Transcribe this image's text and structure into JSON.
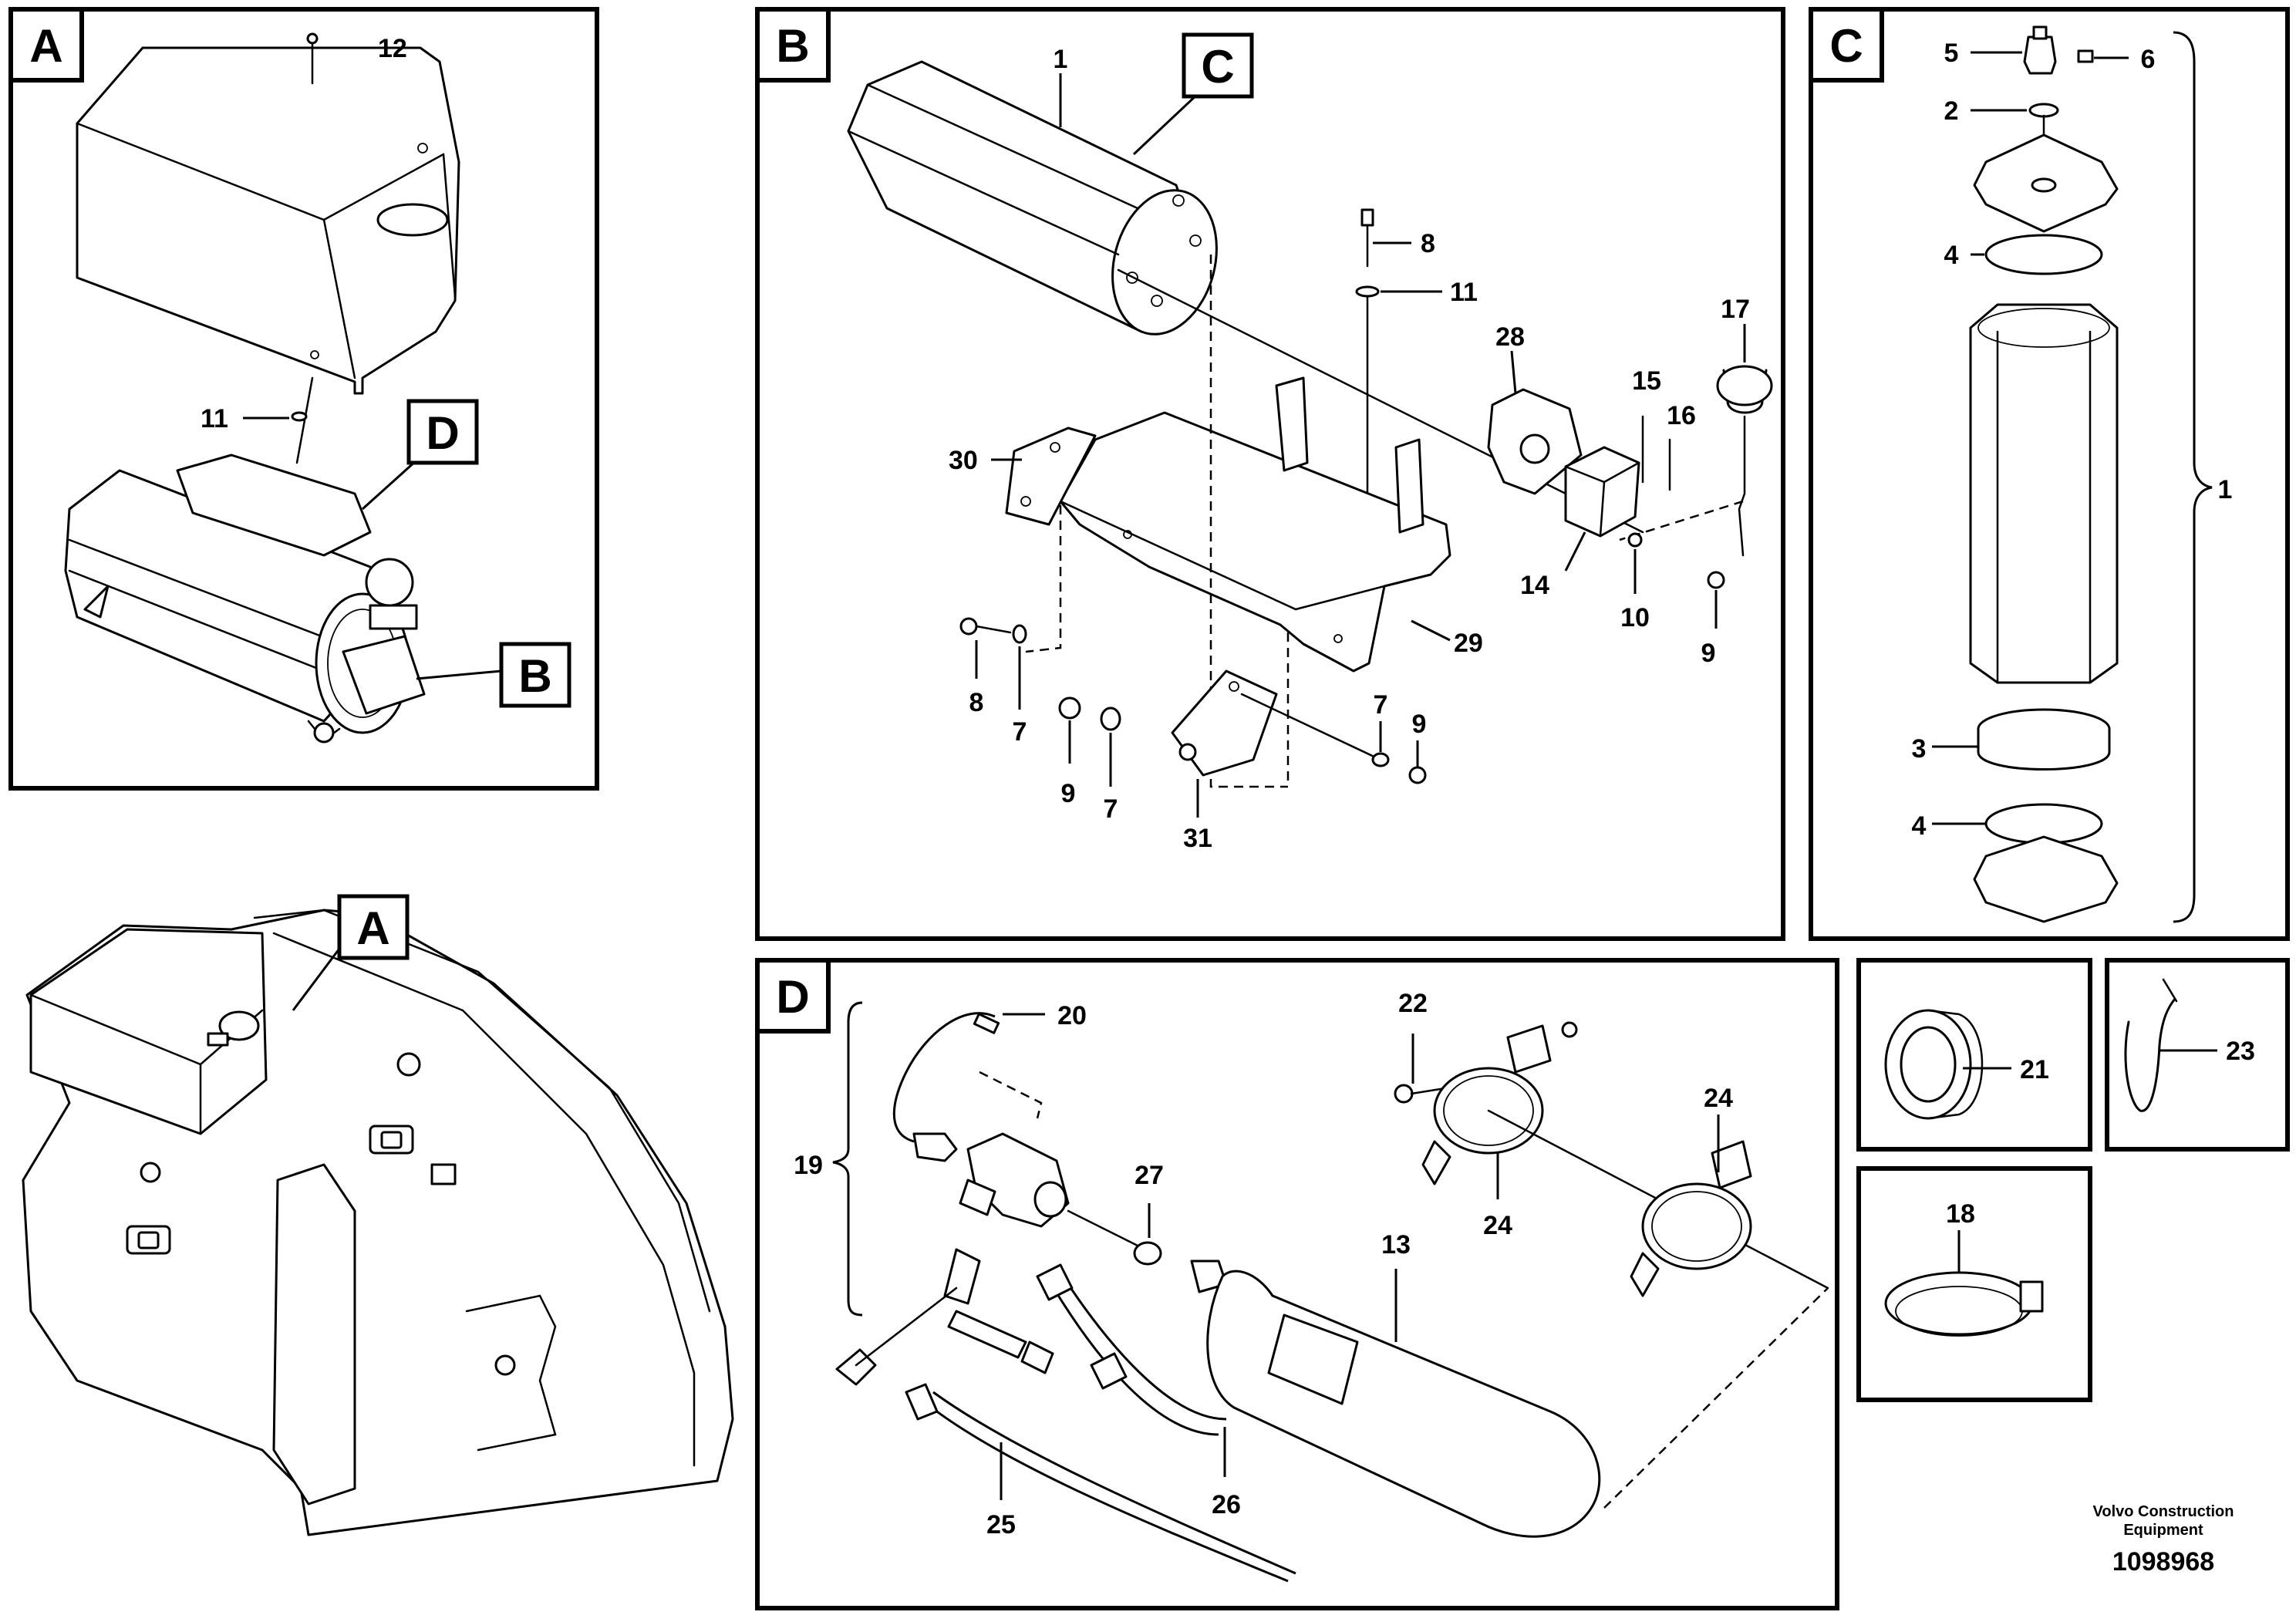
{
  "panels": {
    "A": "A",
    "B": "B",
    "C": "C",
    "D": "D"
  },
  "callouts": {
    "a_D": "D",
    "a_B": "B",
    "b_C": "C",
    "main_A": "A"
  },
  "part_labels": {
    "a12": "12",
    "a11": "11",
    "b1": "1",
    "b8a": "8",
    "b11": "11",
    "b28": "28",
    "b17": "17",
    "b15": "15",
    "b16": "16",
    "b30": "30",
    "b14": "14",
    "b10": "10",
    "b9a": "9",
    "b29": "29",
    "b8b": "8",
    "b7a": "7",
    "b9b": "9",
    "b7b": "7",
    "b31": "31",
    "b7c": "7",
    "b9c": "9",
    "c5": "5",
    "c6": "6",
    "c2": "2",
    "c4a": "4",
    "c1": "1",
    "c3": "3",
    "c4b": "4",
    "d20": "20",
    "d19": "19",
    "d27": "27",
    "d22": "22",
    "d24a": "24",
    "d24b": "24",
    "d13": "13",
    "d25": "25",
    "d26": "26",
    "e21": "21",
    "e23": "23",
    "e18": "18"
  },
  "brand": {
    "line1": "Volvo Construction",
    "line2": "Equipment",
    "drawing_number": "1098968"
  }
}
